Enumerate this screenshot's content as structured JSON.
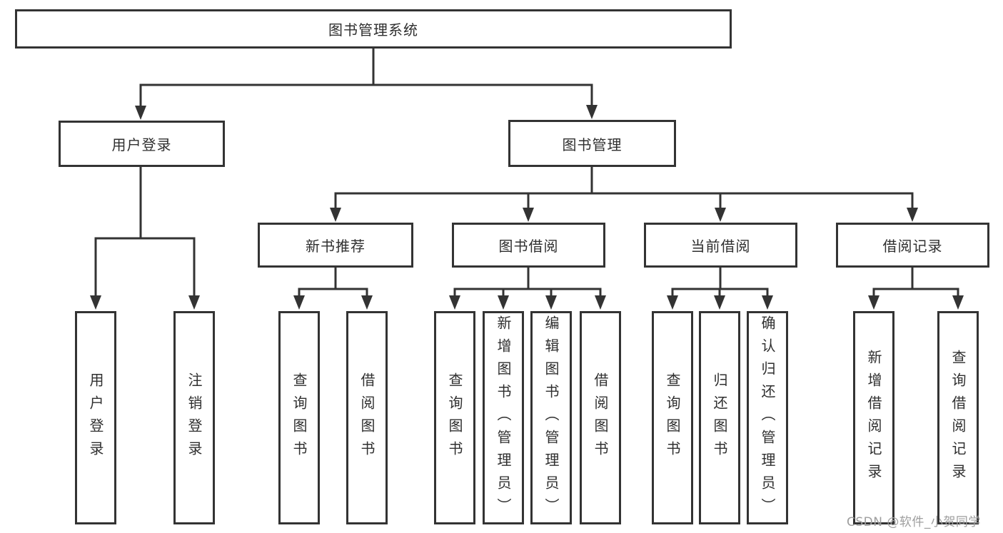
{
  "diagram": {
    "root": "图书管理系统",
    "level2": {
      "user_login": "用户登录",
      "book_management": "图书管理"
    },
    "level3": {
      "new_book_recommend": "新书推荐",
      "book_borrowing": "图书借阅",
      "current_borrowing": "当前借阅",
      "borrowing_records": "借阅记录"
    },
    "leaves": {
      "ul_login": "用户登录",
      "ul_logout": "注销登录",
      "nbr_query": "查询图书",
      "nbr_borrow": "借阅图书",
      "bb_query": "查询图书",
      "bb_add": "新增图书（管理员）",
      "bb_edit": "编辑图书（管理员）",
      "bb_borrow": "借阅图书",
      "cb_query": "查询图书",
      "cb_return": "归还图书",
      "cb_confirm": "确认归还（管理员）",
      "br_add": "新增借阅记录",
      "br_query": "查询借阅记录"
    }
  },
  "watermark": "CSDN @软件_小贺同学",
  "colors": {
    "line": "#333333",
    "box_fill": "#ffffff",
    "text": "#2f2f2f",
    "watermark": "#9e9e9e",
    "background": "#ffffff"
  }
}
